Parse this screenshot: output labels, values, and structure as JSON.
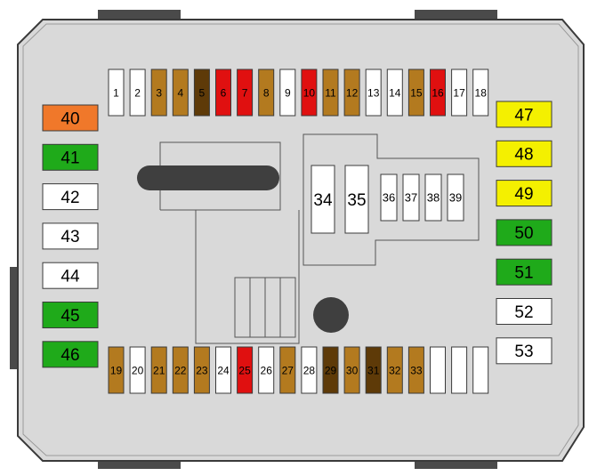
{
  "diagram": {
    "colors": {
      "housing": "#d9d9d9",
      "outline": "#3a3a3a",
      "latch": "#4a4a4a",
      "white": "#ffffff",
      "brown": "#b37a1f",
      "dark_brown": "#5e3a08",
      "red": "#e01010",
      "orange": "#f0782a",
      "green": "#1faa1a",
      "yellow": "#f4f000",
      "dark_gray": "#3f3f3f"
    },
    "top_row": [
      {
        "label": "1",
        "color": "white"
      },
      {
        "label": "2",
        "color": "white"
      },
      {
        "label": "3",
        "color": "brown"
      },
      {
        "label": "4",
        "color": "brown"
      },
      {
        "label": "5",
        "color": "dark_brown"
      },
      {
        "label": "6",
        "color": "red"
      },
      {
        "label": "7",
        "color": "red"
      },
      {
        "label": "8",
        "color": "brown"
      },
      {
        "label": "9",
        "color": "white"
      },
      {
        "label": "10",
        "color": "red"
      },
      {
        "label": "11",
        "color": "brown"
      },
      {
        "label": "12",
        "color": "brown"
      },
      {
        "label": "13",
        "color": "white"
      },
      {
        "label": "14",
        "color": "white"
      },
      {
        "label": "15",
        "color": "brown"
      },
      {
        "label": "16",
        "color": "red"
      },
      {
        "label": "17",
        "color": "white"
      },
      {
        "label": "18",
        "color": "white"
      }
    ],
    "bottom_row": [
      {
        "label": "19",
        "color": "brown"
      },
      {
        "label": "20",
        "color": "white"
      },
      {
        "label": "21",
        "color": "brown"
      },
      {
        "label": "22",
        "color": "brown"
      },
      {
        "label": "23",
        "color": "brown"
      },
      {
        "label": "24",
        "color": "white"
      },
      {
        "label": "25",
        "color": "red"
      },
      {
        "label": "26",
        "color": "white"
      },
      {
        "label": "27",
        "color": "brown"
      },
      {
        "label": "28",
        "color": "white"
      },
      {
        "label": "29",
        "color": "dark_brown"
      },
      {
        "label": "30",
        "color": "brown"
      },
      {
        "label": "31",
        "color": "dark_brown"
      },
      {
        "label": "32",
        "color": "brown"
      },
      {
        "label": "33",
        "color": "brown"
      },
      {
        "label": "",
        "color": "white"
      },
      {
        "label": "",
        "color": "white"
      },
      {
        "label": "",
        "color": "white"
      }
    ],
    "left_column": [
      {
        "label": "40",
        "color": "orange"
      },
      {
        "label": "41",
        "color": "green"
      },
      {
        "label": "42",
        "color": "white"
      },
      {
        "label": "43",
        "color": "white"
      },
      {
        "label": "44",
        "color": "white"
      },
      {
        "label": "45",
        "color": "green"
      },
      {
        "label": "46",
        "color": "green"
      }
    ],
    "right_column": [
      {
        "label": "47",
        "color": "yellow"
      },
      {
        "label": "48",
        "color": "yellow"
      },
      {
        "label": "49",
        "color": "yellow"
      },
      {
        "label": "50",
        "color": "green"
      },
      {
        "label": "51",
        "color": "green"
      },
      {
        "label": "52",
        "color": "white"
      },
      {
        "label": "53",
        "color": "white"
      }
    ],
    "large_relays": [
      {
        "label": "34",
        "color": "white"
      },
      {
        "label": "35",
        "color": "white"
      }
    ],
    "small_relays": [
      {
        "label": "36",
        "color": "white"
      },
      {
        "label": "37",
        "color": "white"
      },
      {
        "label": "38",
        "color": "white"
      },
      {
        "label": "39",
        "color": "white"
      }
    ]
  }
}
